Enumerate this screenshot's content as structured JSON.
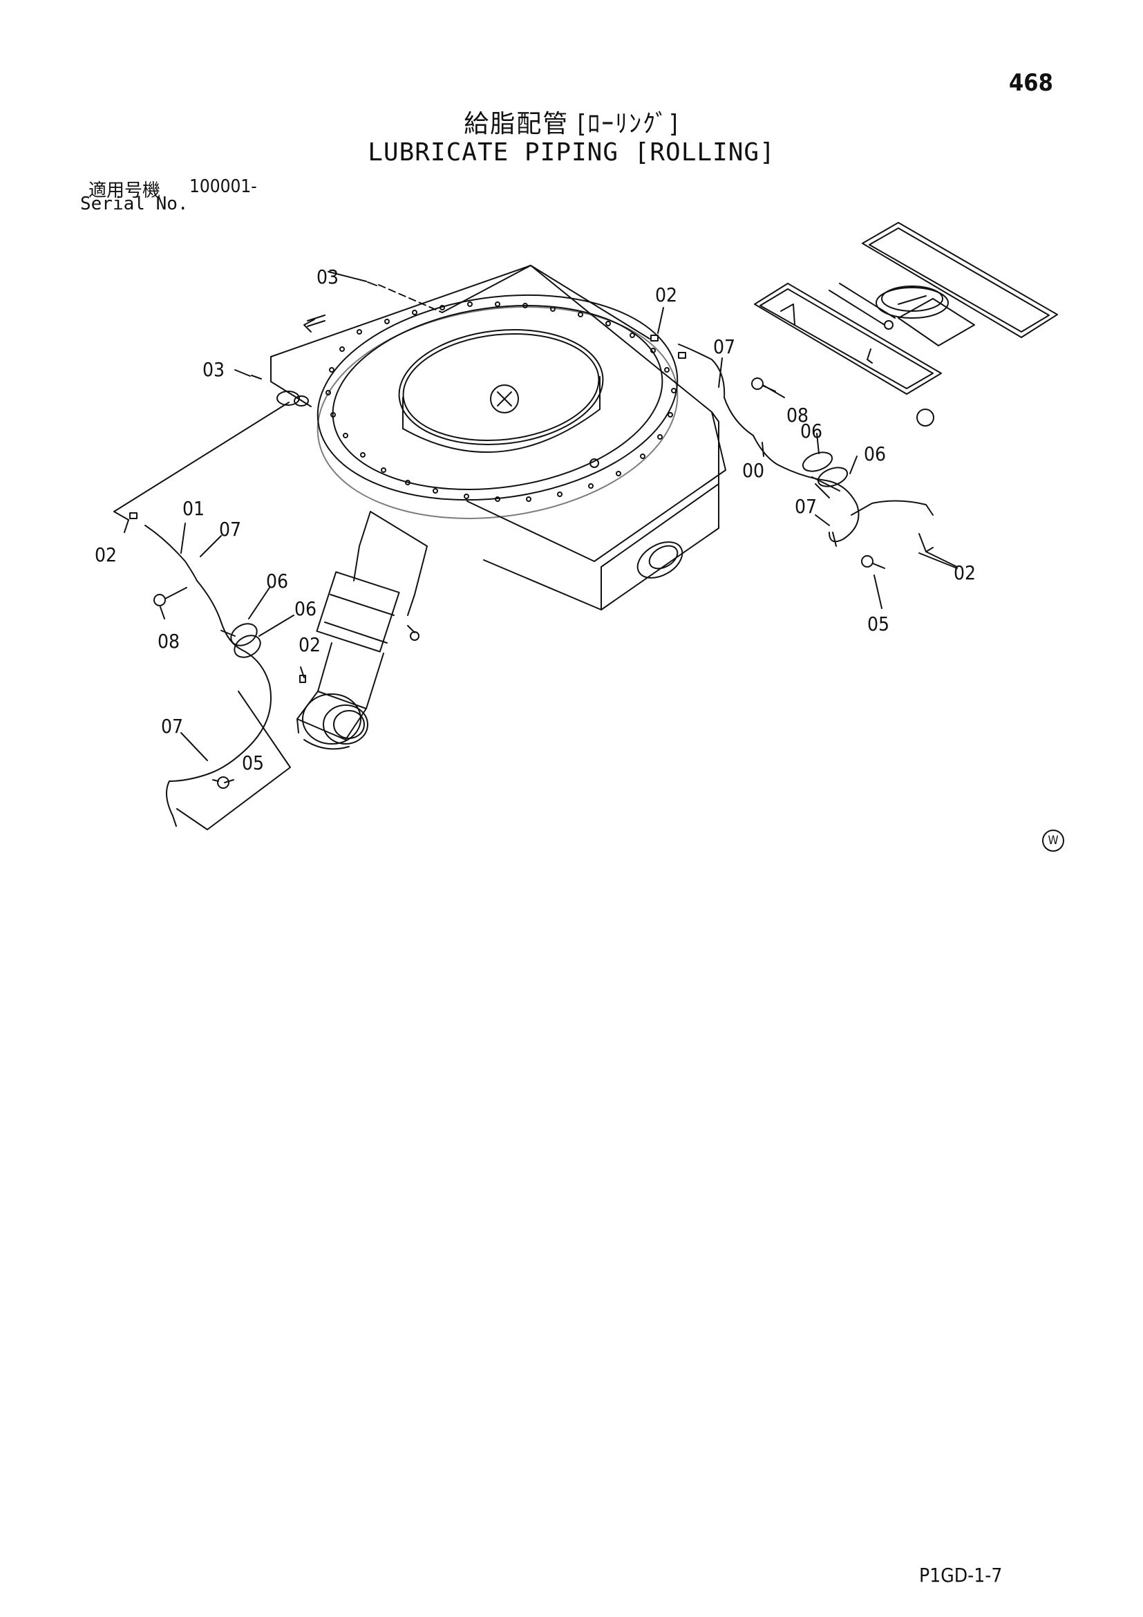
{
  "page_number": "468",
  "title_jp": "給脂配管 [ﾛｰﾘﾝｸﾞ]",
  "title_en": "LUBRICATE PIPING [ROLLING]",
  "serial_label_jp": "適用号機",
  "serial_label_en": "Serial No.",
  "serial_value": "100001-",
  "doc_code": "P1GD-1-7",
  "watermark": "W",
  "callouts": [
    "03",
    "03",
    "02",
    "07",
    "08",
    "06",
    "06",
    "00",
    "07",
    "02",
    "05",
    "02",
    "01",
    "07",
    "08",
    "06",
    "06",
    "02",
    "07",
    "05"
  ]
}
